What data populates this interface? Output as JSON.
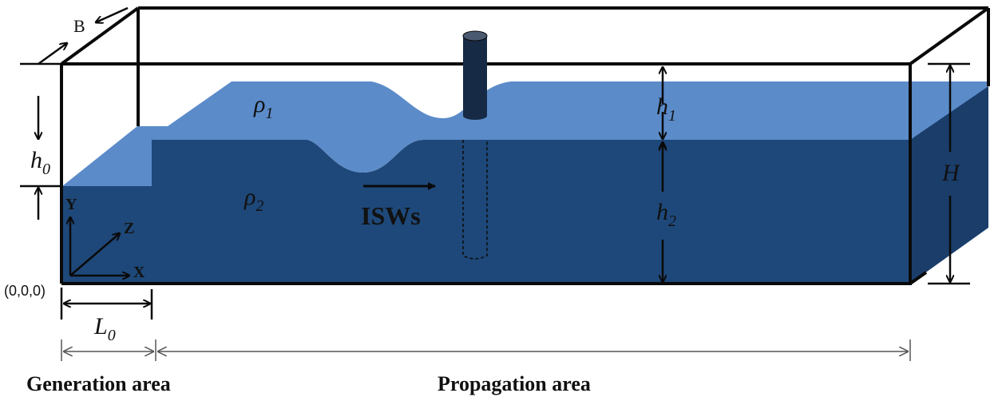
{
  "labels": {
    "B": "B",
    "rho1_sym": "ρ",
    "rho1_sub": "1",
    "rho2_sym": "ρ",
    "rho2_sub": "2",
    "h0_sym": "h",
    "h0_sub": "0",
    "h1_sym": "h",
    "h1_sub": "1",
    "h2_sym": "h",
    "h2_sub": "2",
    "H": "H",
    "L0_sym": "L",
    "L0_sub": "0",
    "isws": "ISWs",
    "axis_y": "Y",
    "axis_z": "Z",
    "axis_x": "X",
    "origin": "(0,0,0)",
    "generation_area": "Generation area",
    "propagation_area": "Propagation area"
  },
  "colors": {
    "upper_layer": "#5b8bc9",
    "lower_layer": "#1e4879",
    "side_face": "#1a3d6a",
    "pile": "#162a45",
    "outline": "#0a0a0a"
  }
}
